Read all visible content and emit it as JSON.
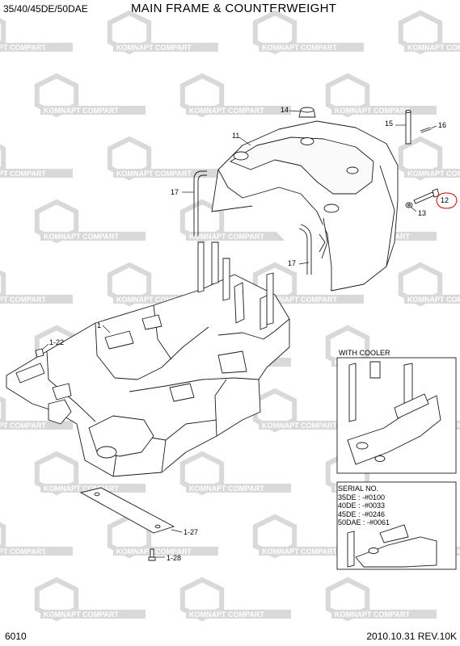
{
  "header": {
    "model": "35/40/45DE/50DAE",
    "title": "MAIN FRAME & COUNTERWEIGHT"
  },
  "footer": {
    "page_number": "6010",
    "revision": "2010.10.31  REV.10K"
  },
  "watermark": {
    "brand_a": "KOMNAPT",
    "brand_b": "COMPART"
  },
  "callouts": {
    "p1": "1",
    "p1_22": "1-22",
    "p1_27": "1-27",
    "p1_28": "1-28",
    "p11": "11",
    "p12": "12",
    "p13": "13",
    "p14": "14",
    "p15": "15",
    "p16": "16",
    "p17a": "17",
    "p17b": "17"
  },
  "inset_cooler": {
    "label": "WITH COOLER"
  },
  "inset_serial": {
    "title": "SERIAL NO.",
    "lines": [
      "35DE : -#0100",
      "40DE : -#0033",
      "45DE : -#0246",
      "50DAE : -#0061"
    ]
  },
  "colors": {
    "line": "#1a1a1a",
    "watermark": "#d9d9d9",
    "highlight": "#cc0000"
  }
}
